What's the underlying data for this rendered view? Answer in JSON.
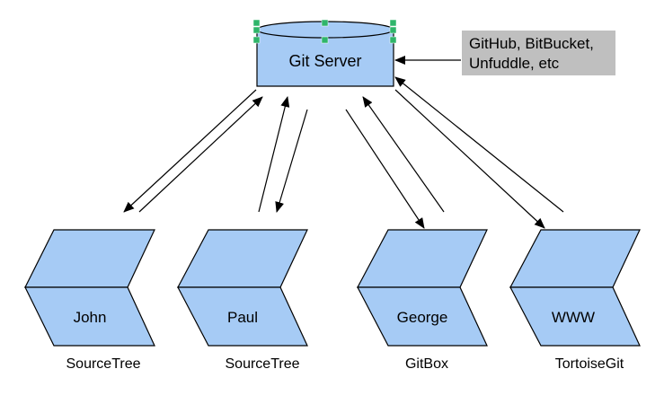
{
  "server": {
    "label": "Git Server"
  },
  "note": {
    "line1": "GitHub, BitBucket,",
    "line2": "Unfuddle, etc"
  },
  "clients": [
    {
      "name": "John",
      "tool": "SourceTree"
    },
    {
      "name": "Paul",
      "tool": "SourceTree"
    },
    {
      "name": "George",
      "tool": "GitBox"
    },
    {
      "name": "WWW",
      "tool": "TortoiseGit"
    }
  ],
  "colors": {
    "shape_fill": "#a6cbf5",
    "stroke": "#000000",
    "note_fill": "#bfbfbf",
    "handle": "#2fb56a"
  }
}
